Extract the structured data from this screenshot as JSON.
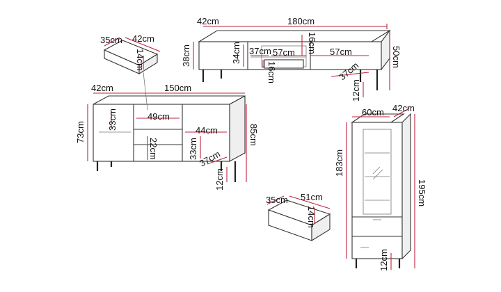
{
  "colors": {
    "dimension_line": "#c0223b",
    "outline": "#333333",
    "background": "#ffffff"
  },
  "tv_stand": {
    "depth": "42cm",
    "width": "180cm",
    "height": "50cm",
    "body_height": "38cm",
    "inner_height": "34cm",
    "shelf_depth": "37cm",
    "compartment_left": "57cm",
    "compartment_right": "57cm",
    "drawer_height": "16cm",
    "open_height": "16cm",
    "inner_depth": "37cm",
    "leg_height": "12cm"
  },
  "drawer_small": {
    "depth": "35cm",
    "width": "42cm",
    "height": "14cm"
  },
  "sideboard": {
    "depth": "42cm",
    "width": "150cm",
    "body_height": "73cm",
    "height": "85cm",
    "drawer_width": "49cm",
    "compartment_width": "44cm",
    "left_height": "33cm",
    "drawer_height": "22cm",
    "right_height": "33cm",
    "shelf_depth": "37cm",
    "leg_height": "12cm"
  },
  "showcase": {
    "width": "60cm",
    "depth": "42cm",
    "body_height": "183cm",
    "height": "195cm",
    "leg_height": "12cm"
  },
  "drawer_large": {
    "depth": "35cm",
    "width": "51cm",
    "height": "14cm"
  }
}
